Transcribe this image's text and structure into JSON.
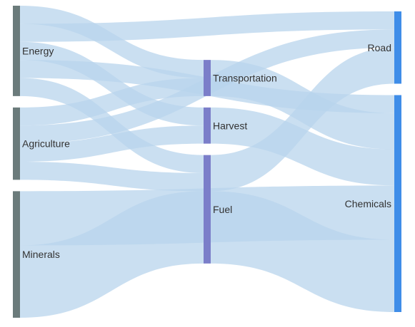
{
  "chart_data": {
    "type": "sankey",
    "nodes": [
      {
        "id": "energy",
        "label": "Energy",
        "column": 0
      },
      {
        "id": "agriculture",
        "label": "Agriculture",
        "column": 0
      },
      {
        "id": "minerals",
        "label": "Minerals",
        "column": 0
      },
      {
        "id": "transportation",
        "label": "Transportation",
        "column": 1
      },
      {
        "id": "harvest",
        "label": "Harvest",
        "column": 1
      },
      {
        "id": "fuel",
        "label": "Fuel",
        "column": 1
      },
      {
        "id": "road",
        "label": "Road",
        "column": 2
      },
      {
        "id": "chemicals",
        "label": "Chemicals",
        "column": 2
      }
    ],
    "links": [
      {
        "source": "energy",
        "target": "transportation",
        "value": 1
      },
      {
        "source": "energy",
        "target": "harvest",
        "value": 1
      },
      {
        "source": "energy",
        "target": "fuel",
        "value": 1
      },
      {
        "source": "energy",
        "target": "road",
        "value": 1
      },
      {
        "source": "energy",
        "target": "chemicals",
        "value": 1
      },
      {
        "source": "agriculture",
        "target": "transportation",
        "value": 1
      },
      {
        "source": "agriculture",
        "target": "harvest",
        "value": 1
      },
      {
        "source": "agriculture",
        "target": "fuel",
        "value": 1
      },
      {
        "source": "agriculture",
        "target": "road",
        "value": 1
      },
      {
        "source": "minerals",
        "target": "fuel",
        "value": 4
      },
      {
        "source": "minerals",
        "target": "chemicals",
        "value": 3
      },
      {
        "source": "transportation",
        "target": "chemicals",
        "value": 2
      },
      {
        "source": "harvest",
        "target": "chemicals",
        "value": 2
      },
      {
        "source": "fuel",
        "target": "road",
        "value": 2
      },
      {
        "source": "fuel",
        "target": "chemicals",
        "value": 4
      }
    ],
    "colors": {
      "column0": "#6b7b7b",
      "column1": "#7b7ec9",
      "column2": "#3f8de8",
      "link": "#b8d4ec"
    }
  }
}
